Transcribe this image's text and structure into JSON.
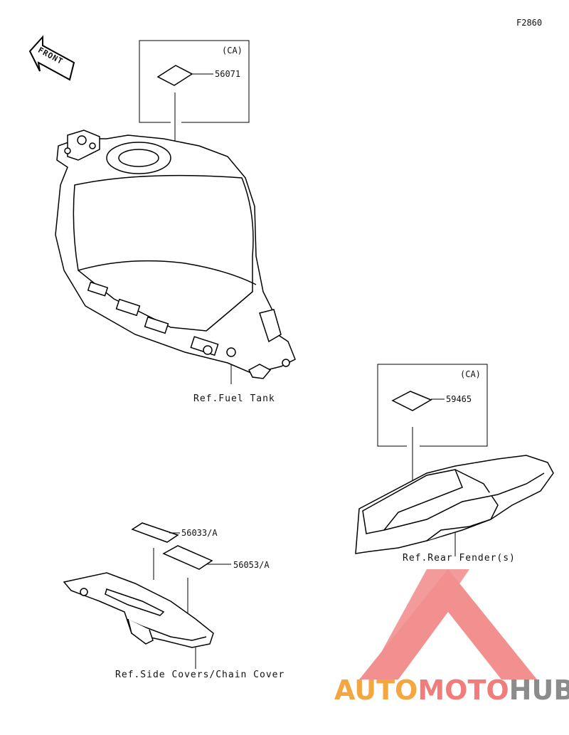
{
  "diagram_code": "F2860",
  "front_label": "FRONT",
  "fuel_tank_group": {
    "region": "(CA)",
    "part": "56071",
    "ref": "Ref.Fuel Tank"
  },
  "rear_fender_group": {
    "region": "(CA)",
    "part": "59465",
    "ref": "Ref.Rear Fender(s)"
  },
  "chain_cover_group": {
    "part_a": "56033/A",
    "part_b": "56053/A",
    "ref": "Ref.Side Covers/Chain Cover"
  },
  "watermark": {
    "part1": "AUTO",
    "part2": "MOTO",
    "part3": "HUB",
    "color_auto": "#F4A640",
    "color_moto": "#F07C7C",
    "color_hub": "#8C8C8C",
    "logo_color": "#F08080"
  }
}
